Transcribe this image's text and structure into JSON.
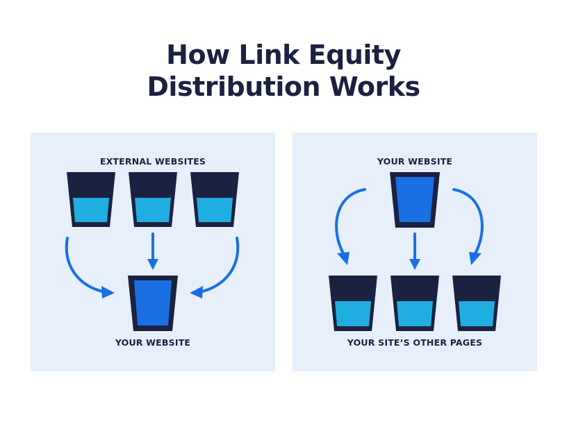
{
  "title": {
    "line1": "How Link Equity",
    "line2": "Distribution Works"
  },
  "left_panel": {
    "top_label": "EXTERNAL WEBSITES",
    "bottom_label": "YOUR WEBSITE"
  },
  "right_panel": {
    "top_label": "YOUR WEBSITE",
    "bottom_label": "YOUR SITE’S OTHER PAGES"
  },
  "colors": {
    "ink": "#1b2140",
    "panel_bg": "#e6effa",
    "liquid_light": "#20aee0",
    "liquid_dark": "#1a6fe3",
    "arrow": "#1a6fe3"
  }
}
